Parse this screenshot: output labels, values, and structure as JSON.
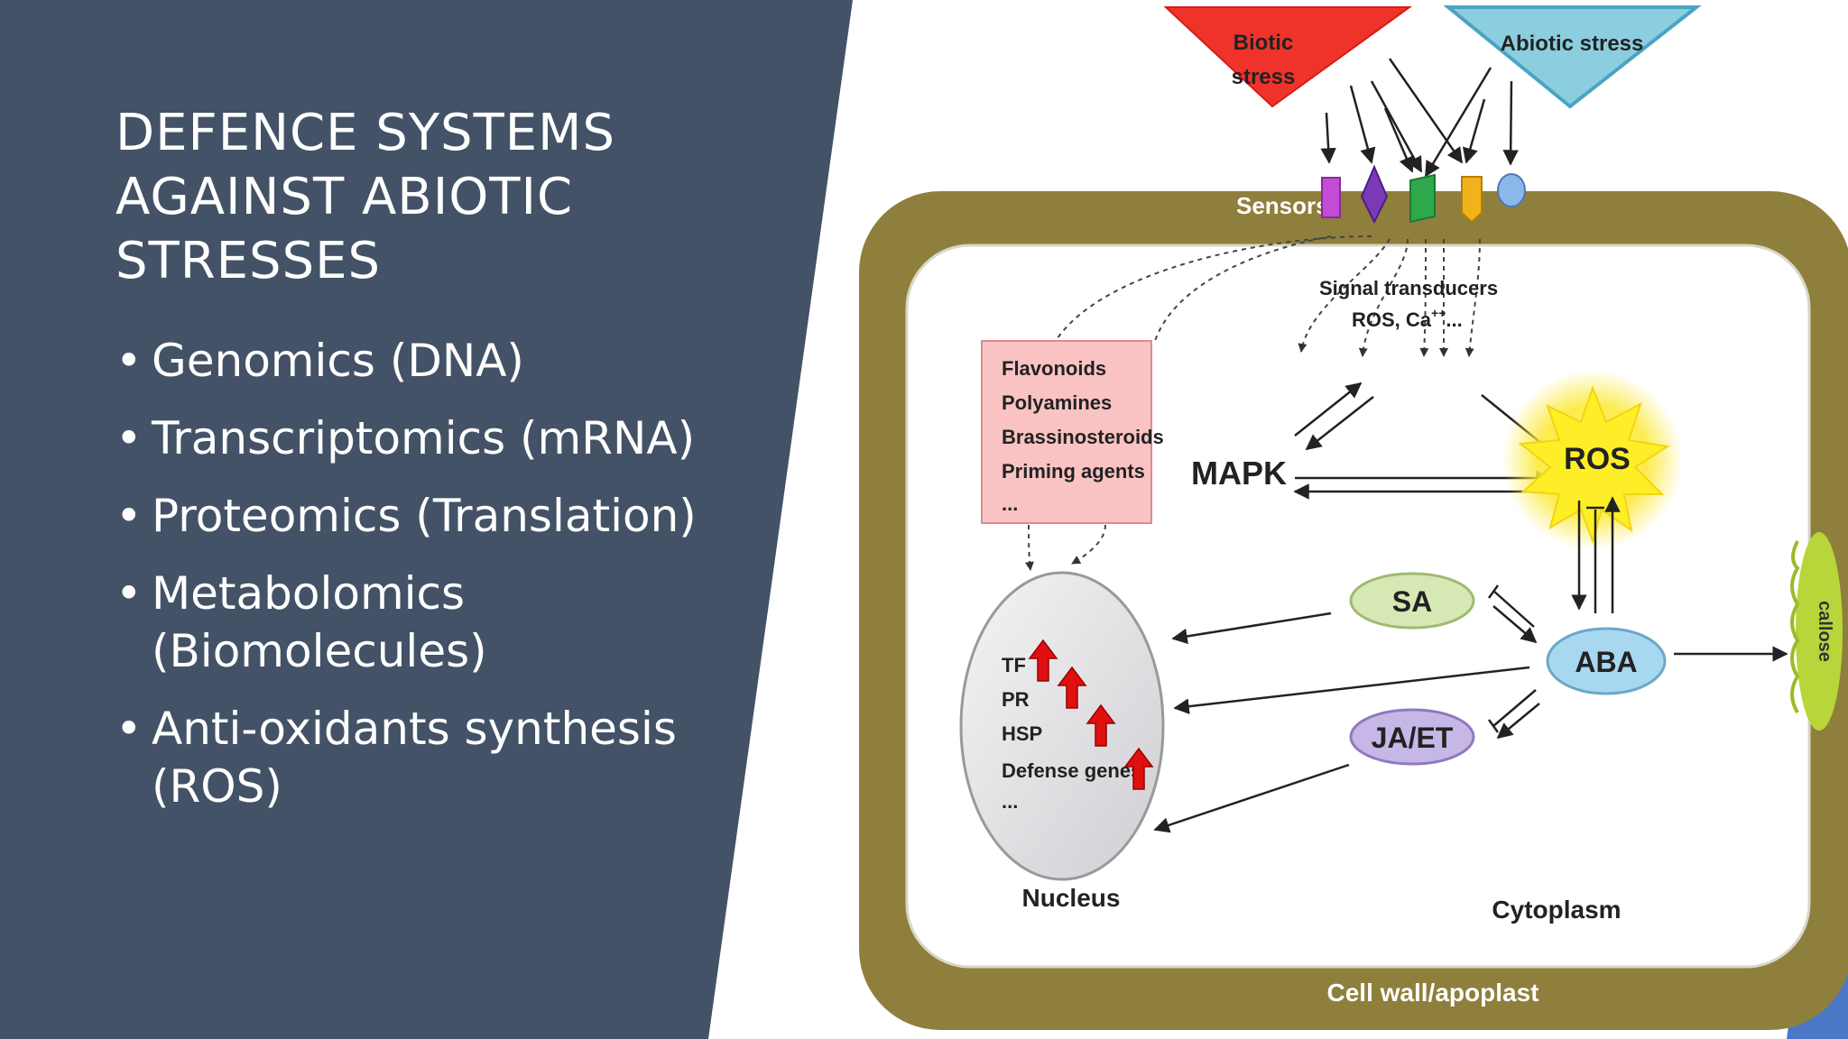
{
  "slide": {
    "title": "DEFENCE SYSTEMS AGAINST ABIOTIC STRESSES",
    "bullets": [
      "Genomics (DNA)",
      "Transcriptomics (mRNA)",
      "Proteomics (Translation)",
      "Metabolomics (Biomolecules)",
      "Anti-oxidants synthesis (ROS)"
    ]
  },
  "colors": {
    "panel": "#435266",
    "cell_wall": "#8f7f3c",
    "biotic": "#f0332a",
    "abiotic": "#8ccde0",
    "ros_glow": "#fbe93a",
    "sa": "#d6e9b4",
    "aba": "#a7d8ef",
    "jaet": "#c7b7e6",
    "box": "#f9c3c3",
    "arrow_up": "#e01010",
    "callose": "#b8d63a",
    "accent_blue": "#4a78c7"
  },
  "diagram": {
    "biotic_stress": [
      "Biotic",
      "stress"
    ],
    "abiotic_stress": "Abiotic stress",
    "sensors": "Sensors",
    "signal_transducers": "Signal transducers",
    "signal_ions": "ROS, Ca",
    "signal_ions_sup": "++",
    "signal_ions_tail": "...",
    "box_items": [
      "Flavonoids",
      "Polyamines",
      "Brassinosteroids",
      "Priming agents",
      "..."
    ],
    "mapk": "MAPK",
    "ros": "ROS",
    "sa": "SA",
    "aba": "ABA",
    "jaet": "JA/ET",
    "nucleus_items": [
      "TF",
      "PR",
      "HSP",
      "Defense genes",
      "..."
    ],
    "nucleus": "Nucleus",
    "cytoplasm": "Cytoplasm",
    "cell_wall": "Cell wall/apoplast",
    "callose": "callose"
  }
}
